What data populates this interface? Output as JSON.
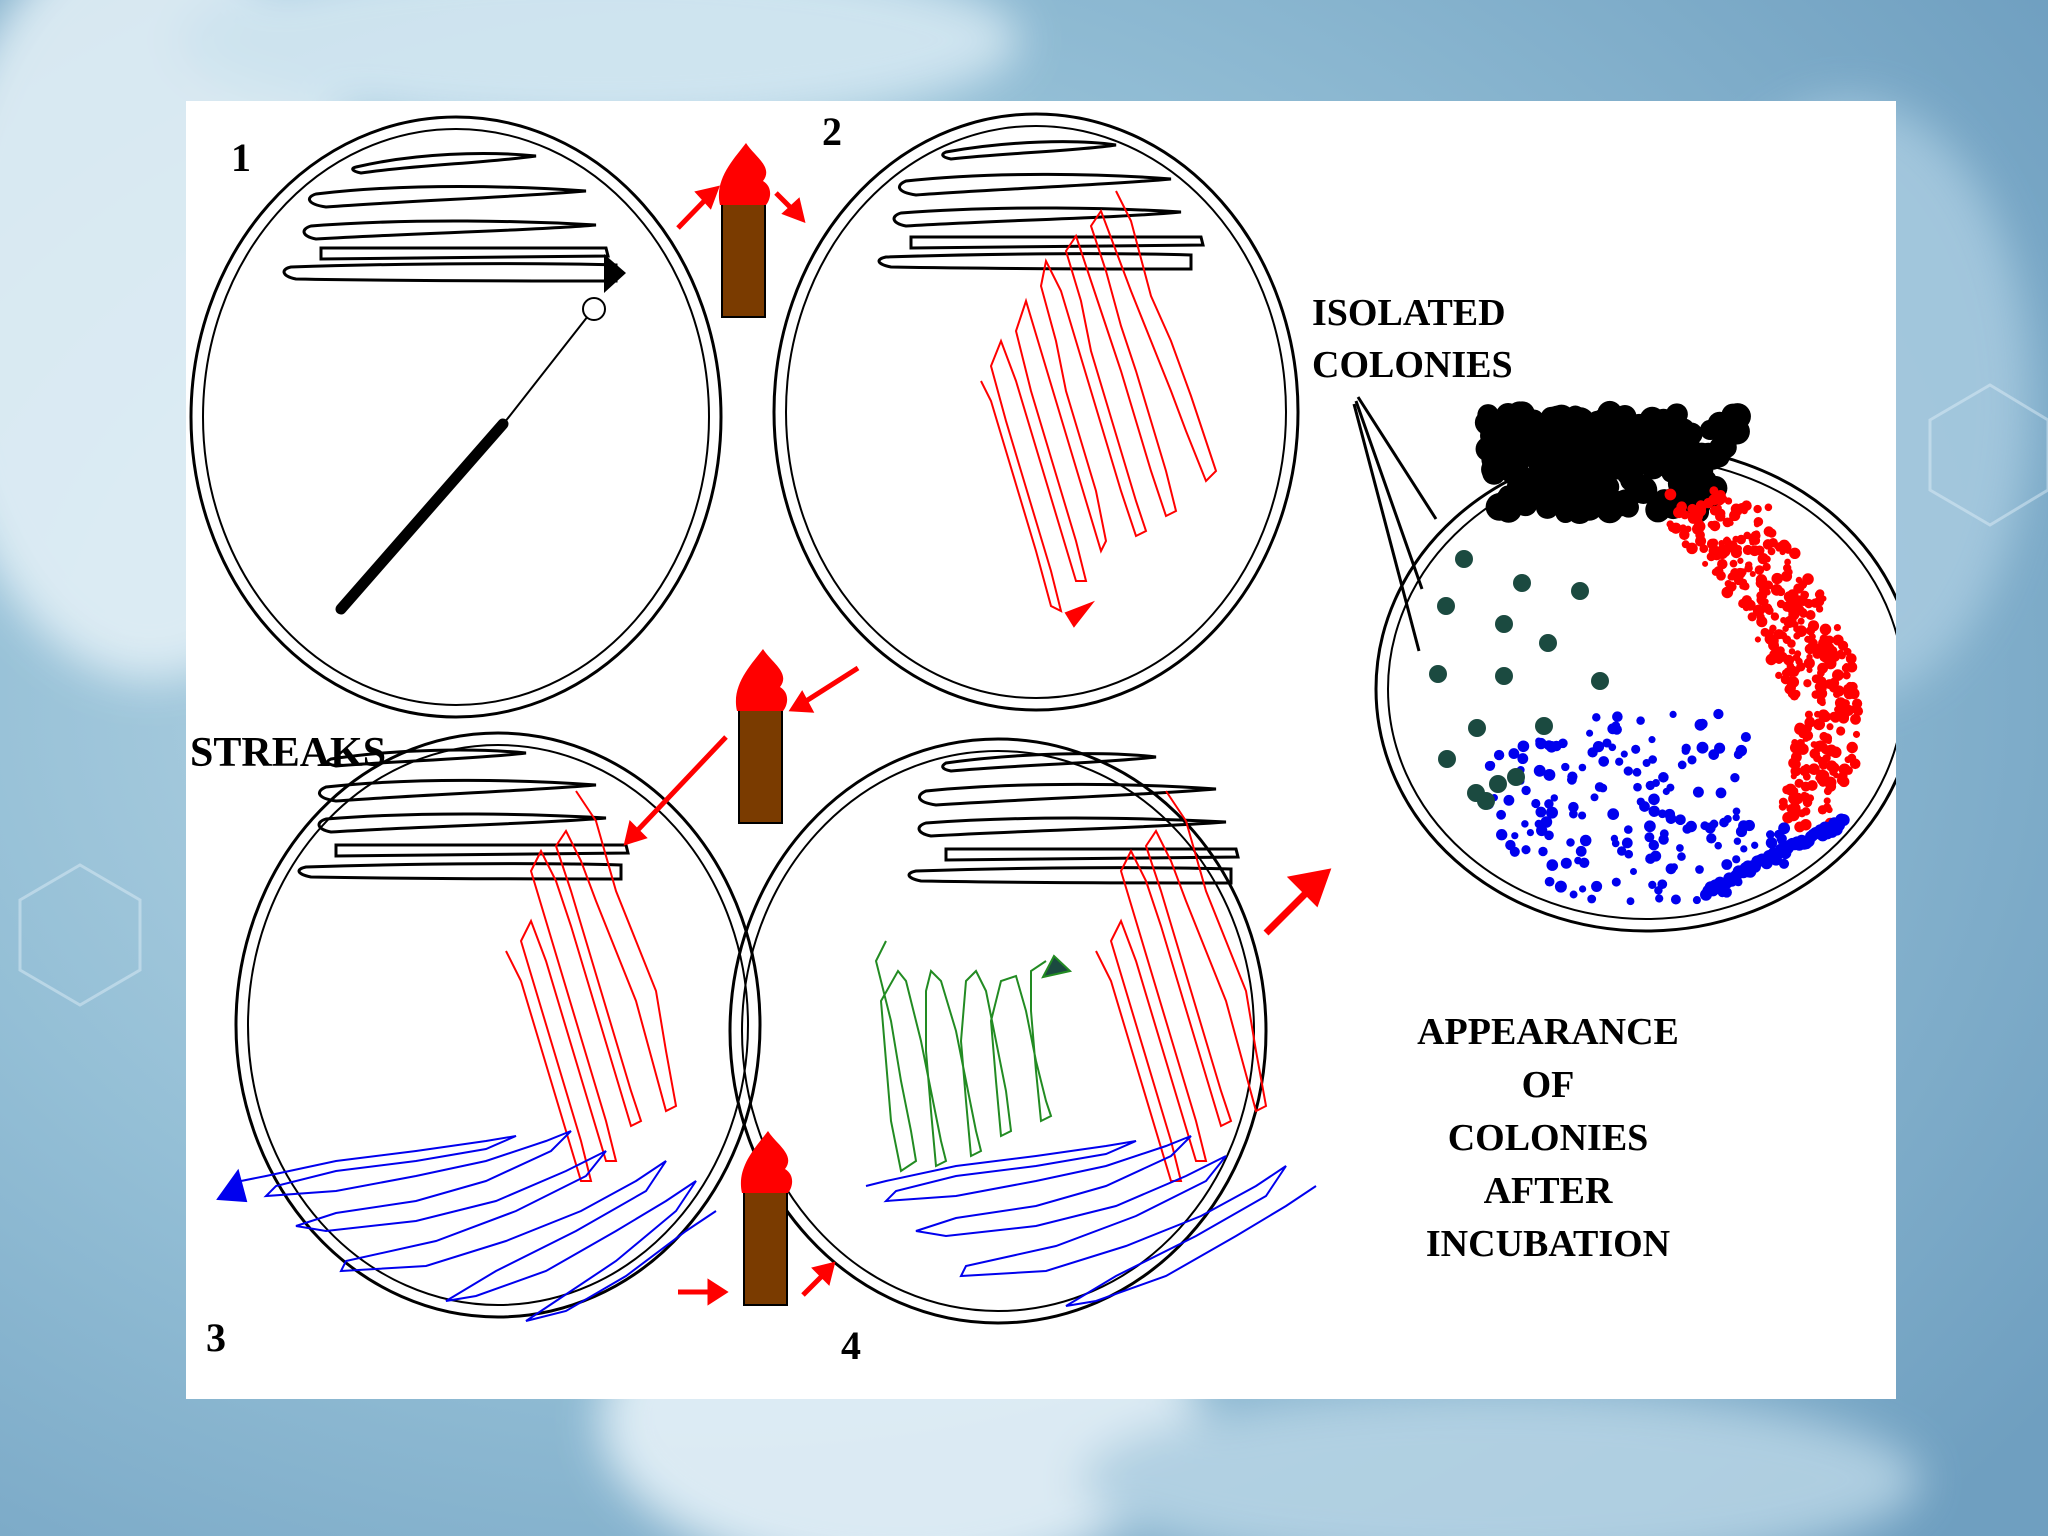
{
  "plate_labels": {
    "p1": "1",
    "p2": "2",
    "p3": "3",
    "p4": "4"
  },
  "labels": {
    "streaks": "STREAKS",
    "isolated": [
      "ISOLATED",
      "COLONIES"
    ],
    "appearance": [
      "APPEARANCE OF",
      "COLONIES AFTER",
      "INCUBATION"
    ]
  },
  "colors": {
    "streak_1": "#000000",
    "streak_2": "#ff0000",
    "streak_3": "#0000ee",
    "streak_4": "#228b22",
    "isolated_colonies": "#1b4a40",
    "burner_body": "#7a3b00",
    "flame": "#ff0000",
    "arrow": "#ff0000"
  },
  "icons": {
    "loop": "inoculating-loop-icon",
    "burner": "bunsen-burner-icon",
    "arrow": "red-arrow-icon"
  }
}
